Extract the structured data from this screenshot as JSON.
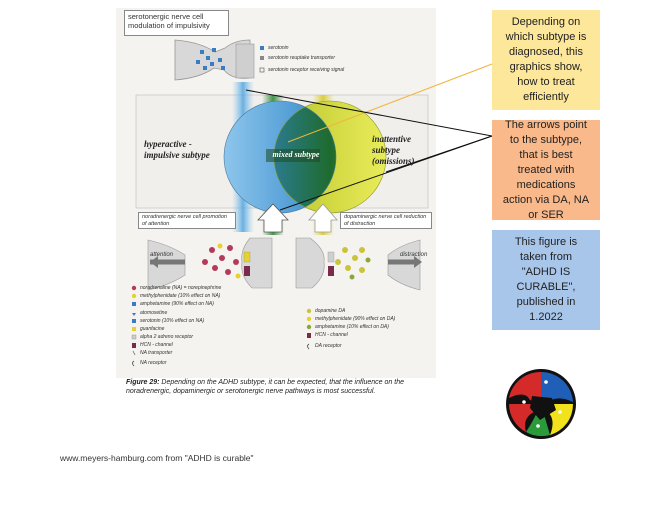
{
  "figure": {
    "serotonergic_box": "serotonergic nerve cell modulation of impulsivity",
    "serotonergic_legend": [
      "serotonin",
      "serotonin reuptake transporter",
      "serotonin receptor receiving signal"
    ],
    "hyperactive_label": "hyperactive - impulsive subtype",
    "mixed_label": "mixed subtype",
    "inattentive_label": "inattentive subtype (omissions)",
    "noradrenergic_box": "noradrenergic nerve cell promotion of attention",
    "dopaminergic_box": "dopaminergic nerve cell reduction of distraction",
    "attention_label": "attention",
    "distraction_label": "distraction",
    "legend_left": [
      "noradrenaline (NA) = norepinephrine",
      "methylphenidate (10% effect on NA)",
      "amphetamine (90% effect on NA)",
      "atomoxetine",
      "serotonin (10% effect on NA)",
      "guanfacine",
      "alpha 2 adreno receptor",
      "HCN - channel",
      "NA transporter"
    ],
    "na_receptor": "NA receptor",
    "legend_right": [
      "dopamine DA",
      "methylphenidate (90% effect on DA)",
      "amphetamine (10% effect on DA)",
      "HCN - channel"
    ],
    "da_receptor": "DA receptor",
    "caption_bold": "Figure 29:",
    "caption_text": "Depending on the ADHD subtype, it can be expected, that the influence on the noradrenergic, dopaminergic or serotonergic nerve pathways is most successful."
  },
  "notes": {
    "note1": "Depending on which subtype is diagnosed, this graphics show, how to treat efficiently",
    "note2": "The arrows point to the subtype, that is best treated with medications action via DA, NA or SER",
    "note3": "This figure is taken from \"ADHD IS CURABLE\", published in 1.2022"
  },
  "footer": "www.meyers-hamburg.com from \"ADHD is curable\"",
  "colors": {
    "note1": "#fce79a",
    "note2": "#f9b98a",
    "note3": "#a8c5ea",
    "circle_blue": "#5aa0d8",
    "circle_yellow": "#d8dc3a",
    "overlap_green": "#2f8a3a",
    "logo_red": "#d42a2a",
    "logo_blue": "#1f5fb8",
    "logo_yellow": "#f2e21b",
    "logo_green": "#2a9a3a"
  }
}
